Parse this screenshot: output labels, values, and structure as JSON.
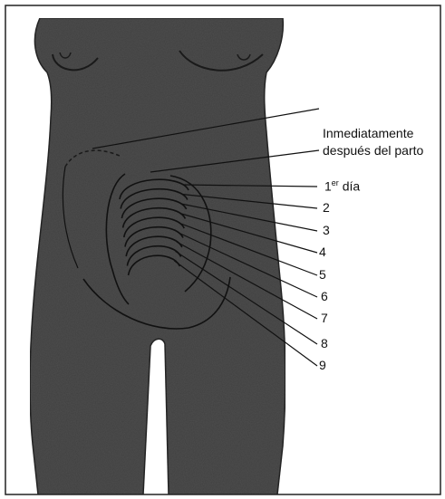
{
  "colors": {
    "body_fill": "#4f4f4f",
    "line": "#111111",
    "background": "#ffffff"
  },
  "labels": {
    "postpartum_line1": "Inmediatamente",
    "postpartum_line2": "después del parto",
    "day1_number": "1",
    "day1_superscript": "er",
    "day1_word": "día",
    "days": [
      "2",
      "3",
      "4",
      "5",
      "6",
      "7",
      "8",
      "9"
    ]
  },
  "uterine_fundus_levels_days": [
    1,
    2,
    3,
    4,
    5,
    6,
    7,
    8,
    9
  ]
}
